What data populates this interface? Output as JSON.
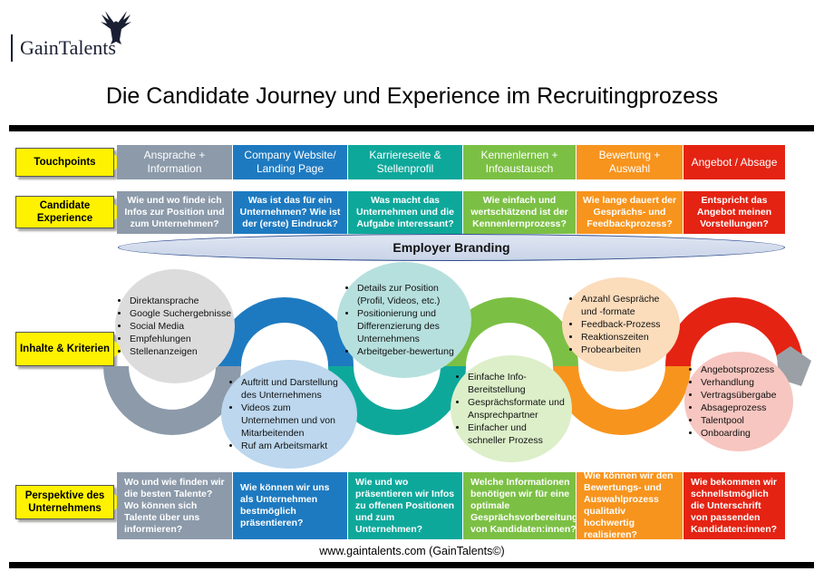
{
  "brand": {
    "logo_text": "GainTalents"
  },
  "title": "Die Candidate Journey und Experience im Recruitingprozess",
  "row_labels": {
    "touchpoints": "Touchpoints",
    "candidate_experience": "Candidate Experience",
    "inhalte": "Inhalte & Kriterien",
    "perspektive": "Perspektive des Unternehmens"
  },
  "phase_colors": [
    "#8c9aaa",
    "#1e7ac0",
    "#0ea89b",
    "#7bc044",
    "#f7941d",
    "#e42313"
  ],
  "touchpoints": [
    "Ansprache + Information",
    "Company Website/ Landing Page",
    "Karriereseite & Stellenprofil",
    "Kennenlernen + Infoaustausch",
    "Bewertung + Auswahl",
    "Angebot / Absage"
  ],
  "candidate_experience": [
    "Wie und wo finde ich Infos zur Position und zum Unternehmen?",
    "Was ist das für ein Unternehmen? Wie ist der (erste) Eindruck?",
    "Was macht das Unternehmen und die Aufgabe interessant?",
    "Wie einfach und wertschätzend ist der Kennenlernprozess?",
    "Wie lange dauert der Gesprächs- und Feedbackprozess?",
    "Entspricht das Angebot meinen Vorstellungen?"
  ],
  "employer_branding": "Employer Branding",
  "inhalte": [
    [
      "Direktansprache",
      "Google Suchergebnisse",
      "Social Media",
      "Empfehlungen",
      "Stellenanzeigen"
    ],
    [
      "Auftritt und Darstellung des Unternehmens",
      "Videos zum Unternehmen und von Mitarbeitenden",
      "Ruf am Arbeitsmarkt"
    ],
    [
      "Details zur Position (Profil, Videos, etc.)",
      "Positionierung und Differenzierung des Unternehmens",
      "Arbeitgeber-bewertung"
    ],
    [
      "Einfache Info-Bereitstellung",
      "Gesprächsformate und Ansprechpartner",
      "Einfacher und schneller Prozess"
    ],
    [
      "Anzahl Gespräche und -formate",
      "Feedback-Prozess",
      "Reaktionszeiten",
      "Probearbeiten"
    ],
    [
      "Angebotsprozess",
      "Verhandlung",
      "Vertragsübergabe",
      "Absageprozess",
      "Talentpool",
      "Onboarding"
    ]
  ],
  "perspektive": [
    "Wo und wie finden wir die besten Talente? Wo können sich Talente über uns informieren?",
    "Wie können wir uns als Unternehmen bestmöglich präsentieren?",
    "Wie und wo präsentieren wir Infos zu offenen Positionen und zum Unternehmen?",
    "Welche Informationen benötigen wir für eine optimale Gesprächsvorbereitung von Kandidaten:innen?",
    "Wie können wir den Bewertungs- und Auswahlprozess qualitativ hochwertig realisieren?",
    "Wie bekommen wir schnellstmöglich die Unterschrift von passenden Kandidaten:innen?"
  ],
  "footer": "www.gaintalents.com (GainTalents©)"
}
